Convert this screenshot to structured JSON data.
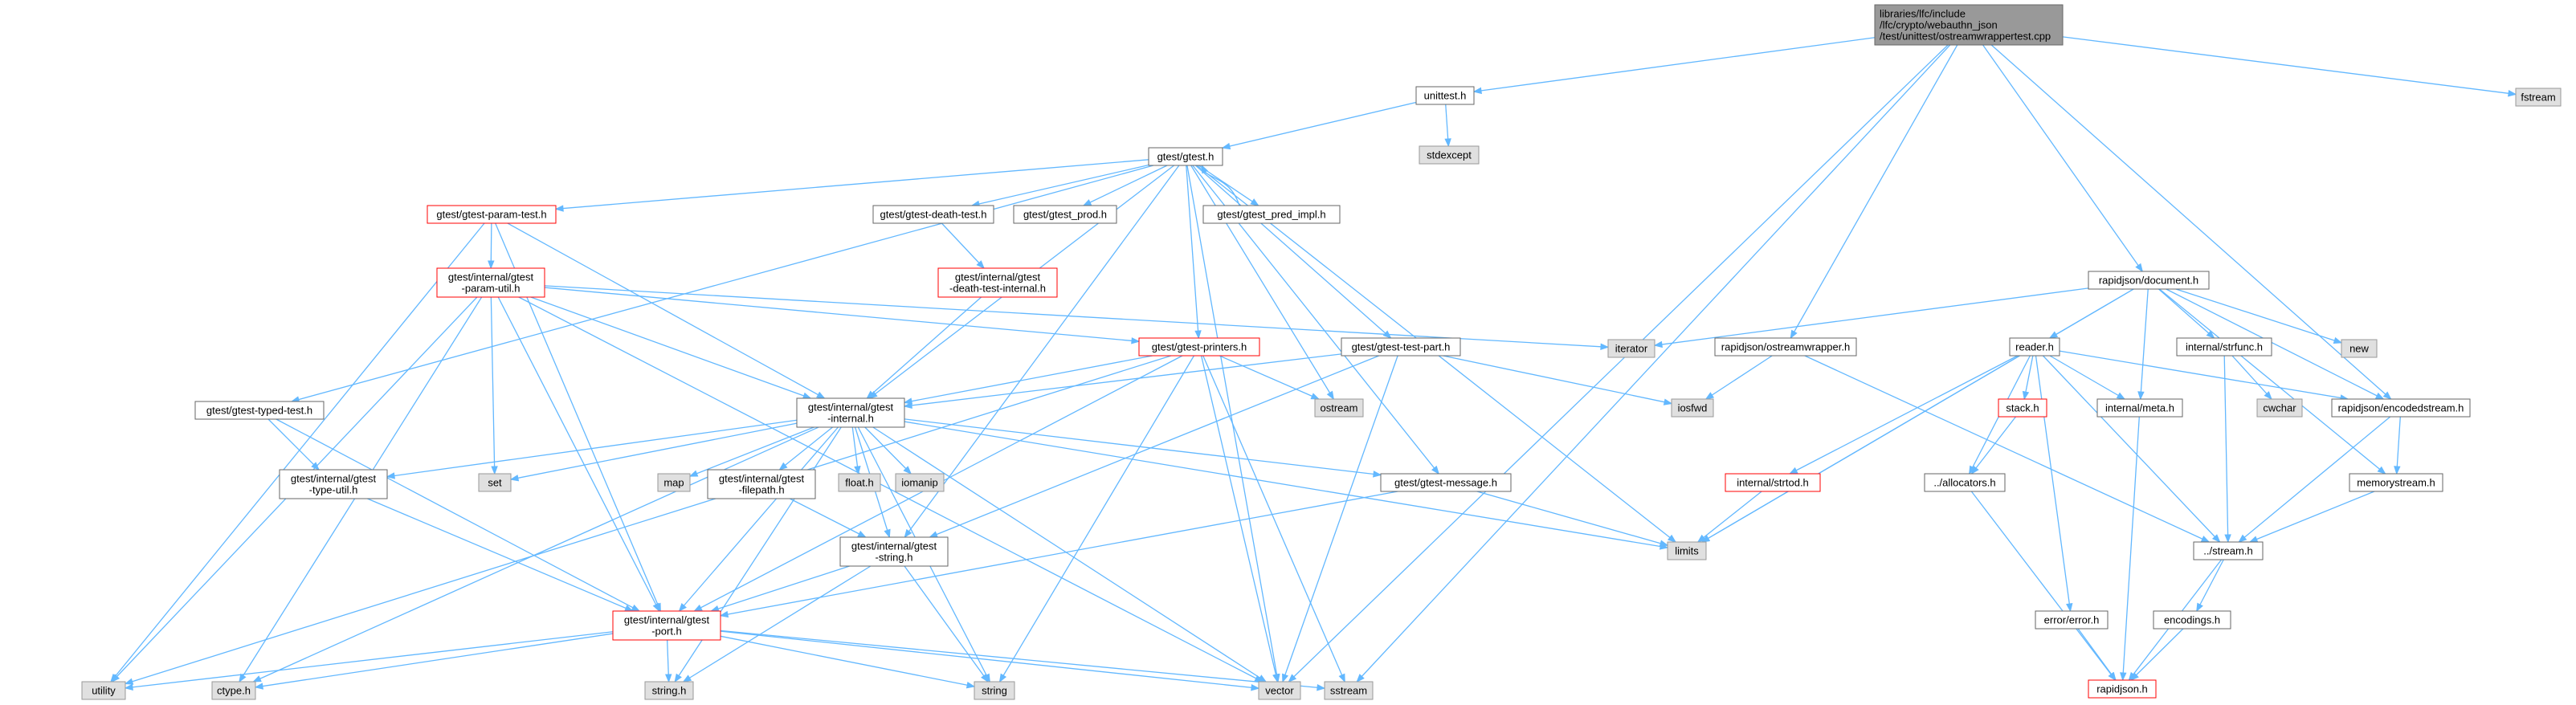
{
  "colors": {
    "edge": "#63b8ff",
    "root_fill": "#999999",
    "root_border": "#666666",
    "node_fill": "#ffffff",
    "node_border": "#666666",
    "incomplete_border": "#ff0000",
    "external_fill": "#e0e0e0",
    "external_border": "#999999"
  },
  "nodes": [
    {
      "id": "root",
      "kind": "root",
      "lines": [
        "libraries/lfc/include",
        "/lfc/crypto/webauthn_json",
        "/test/unittest/ostreamwrappertest.cpp"
      ]
    },
    {
      "id": "unittest",
      "kind": "normal",
      "lines": [
        "unittest.h"
      ]
    },
    {
      "id": "fstream",
      "kind": "external",
      "lines": [
        "fstream"
      ]
    },
    {
      "id": "stdexcept",
      "kind": "external",
      "lines": [
        "stdexcept"
      ]
    },
    {
      "id": "gtest",
      "kind": "normal",
      "lines": [
        "gtest/gtest.h"
      ]
    },
    {
      "id": "paramtest",
      "kind": "incomplete",
      "lines": [
        "gtest/gtest-param-test.h"
      ]
    },
    {
      "id": "deathtest",
      "kind": "normal",
      "lines": [
        "gtest/gtest-death-test.h"
      ]
    },
    {
      "id": "prod",
      "kind": "normal",
      "lines": [
        "gtest/gtest_prod.h"
      ]
    },
    {
      "id": "predimpl",
      "kind": "normal",
      "lines": [
        "gtest/gtest_pred_impl.h"
      ]
    },
    {
      "id": "paramutil",
      "kind": "incomplete",
      "lines": [
        "gtest/internal/gtest",
        "-param-util.h"
      ]
    },
    {
      "id": "deathinternal",
      "kind": "incomplete",
      "lines": [
        "gtest/internal/gtest",
        "-death-test-internal.h"
      ]
    },
    {
      "id": "printers",
      "kind": "incomplete",
      "lines": [
        "gtest/gtest-printers.h"
      ]
    },
    {
      "id": "testpart",
      "kind": "normal",
      "lines": [
        "gtest/gtest-test-part.h"
      ]
    },
    {
      "id": "typedtest",
      "kind": "normal",
      "lines": [
        "gtest/gtest-typed-test.h"
      ]
    },
    {
      "id": "internal",
      "kind": "normal",
      "lines": [
        "gtest/internal/gtest",
        "-internal.h"
      ]
    },
    {
      "id": "iterator",
      "kind": "external",
      "lines": [
        "iterator"
      ]
    },
    {
      "id": "ostream",
      "kind": "external",
      "lines": [
        "ostream"
      ]
    },
    {
      "id": "iosfwd",
      "kind": "external",
      "lines": [
        "iosfwd"
      ]
    },
    {
      "id": "typeutil",
      "kind": "normal",
      "lines": [
        "gtest/internal/gtest",
        "-type-util.h"
      ]
    },
    {
      "id": "set",
      "kind": "external",
      "lines": [
        "set"
      ]
    },
    {
      "id": "map",
      "kind": "external",
      "lines": [
        "map"
      ]
    },
    {
      "id": "filepath",
      "kind": "normal",
      "lines": [
        "gtest/internal/gtest",
        "-filepath.h"
      ]
    },
    {
      "id": "floath",
      "kind": "external",
      "lines": [
        "float.h"
      ]
    },
    {
      "id": "iomanip",
      "kind": "external",
      "lines": [
        "iomanip"
      ]
    },
    {
      "id": "message",
      "kind": "normal",
      "lines": [
        "gtest/gtest-message.h"
      ]
    },
    {
      "id": "gstring",
      "kind": "normal",
      "lines": [
        "gtest/internal/gtest",
        "-string.h"
      ]
    },
    {
      "id": "port",
      "kind": "incomplete",
      "lines": [
        "gtest/internal/gtest",
        "-port.h"
      ]
    },
    {
      "id": "limits",
      "kind": "external",
      "lines": [
        "limits"
      ]
    },
    {
      "id": "utility",
      "kind": "external",
      "lines": [
        "utility"
      ]
    },
    {
      "id": "ctype",
      "kind": "external",
      "lines": [
        "ctype.h"
      ]
    },
    {
      "id": "stringh",
      "kind": "external",
      "lines": [
        "string.h"
      ]
    },
    {
      "id": "string",
      "kind": "external",
      "lines": [
        "string"
      ]
    },
    {
      "id": "vector",
      "kind": "external",
      "lines": [
        "vector"
      ]
    },
    {
      "id": "sstream",
      "kind": "external",
      "lines": [
        "sstream"
      ]
    },
    {
      "id": "document",
      "kind": "normal",
      "lines": [
        "rapidjson/document.h"
      ]
    },
    {
      "id": "ostreamwrapper",
      "kind": "normal",
      "lines": [
        "rapidjson/ostreamwrapper.h"
      ]
    },
    {
      "id": "reader",
      "kind": "normal",
      "lines": [
        "reader.h"
      ]
    },
    {
      "id": "strfunc",
      "kind": "normal",
      "lines": [
        "internal/strfunc.h"
      ]
    },
    {
      "id": "new",
      "kind": "external",
      "lines": [
        "new"
      ]
    },
    {
      "id": "stack",
      "kind": "incomplete",
      "lines": [
        "stack.h"
      ]
    },
    {
      "id": "strtod",
      "kind": "incomplete",
      "lines": [
        "internal/strtod.h"
      ]
    },
    {
      "id": "meta",
      "kind": "normal",
      "lines": [
        "internal/meta.h"
      ]
    },
    {
      "id": "cwchar",
      "kind": "external",
      "lines": [
        "cwchar"
      ]
    },
    {
      "id": "encodedstream",
      "kind": "normal",
      "lines": [
        "rapidjson/encodedstream.h"
      ]
    },
    {
      "id": "allocators",
      "kind": "normal",
      "lines": [
        "../allocators.h"
      ]
    },
    {
      "id": "memorystream",
      "kind": "normal",
      "lines": [
        "memorystream.h"
      ]
    },
    {
      "id": "stream",
      "kind": "normal",
      "lines": [
        "../stream.h"
      ]
    },
    {
      "id": "encodings",
      "kind": "normal",
      "lines": [
        "encodings.h"
      ]
    },
    {
      "id": "errorh",
      "kind": "normal",
      "lines": [
        "error/error.h"
      ]
    },
    {
      "id": "rapidjson",
      "kind": "incomplete",
      "lines": [
        "rapidjson.h"
      ]
    }
  ],
  "edges": [
    [
      "root",
      "unittest"
    ],
    [
      "root",
      "fstream"
    ],
    [
      "root",
      "document"
    ],
    [
      "root",
      "ostreamwrapper"
    ],
    [
      "root",
      "encodedstream"
    ],
    [
      "root",
      "vector"
    ],
    [
      "root",
      "sstream"
    ],
    [
      "unittest",
      "gtest"
    ],
    [
      "unittest",
      "stdexcept"
    ],
    [
      "gtest",
      "paramtest"
    ],
    [
      "gtest",
      "deathtest"
    ],
    [
      "gtest",
      "prod"
    ],
    [
      "gtest",
      "predimpl"
    ],
    [
      "gtest",
      "printers"
    ],
    [
      "gtest",
      "testpart"
    ],
    [
      "gtest",
      "typedtest"
    ],
    [
      "gtest",
      "internal"
    ],
    [
      "gtest",
      "message"
    ],
    [
      "gtest",
      "gstring"
    ],
    [
      "gtest",
      "ostream"
    ],
    [
      "gtest",
      "limits"
    ],
    [
      "gtest",
      "vector"
    ],
    [
      "predimpl",
      "gtest"
    ],
    [
      "paramtest",
      "paramutil"
    ],
    [
      "paramtest",
      "internal"
    ],
    [
      "paramtest",
      "port"
    ],
    [
      "paramtest",
      "utility"
    ],
    [
      "deathtest",
      "deathinternal"
    ],
    [
      "deathinternal",
      "internal"
    ],
    [
      "paramutil",
      "printers"
    ],
    [
      "paramutil",
      "internal"
    ],
    [
      "paramutil",
      "port"
    ],
    [
      "paramutil",
      "iterator"
    ],
    [
      "paramutil",
      "set"
    ],
    [
      "paramutil",
      "utility"
    ],
    [
      "paramutil",
      "vector"
    ],
    [
      "paramutil",
      "ctype"
    ],
    [
      "printers",
      "internal"
    ],
    [
      "printers",
      "port"
    ],
    [
      "printers",
      "ostream"
    ],
    [
      "printers",
      "sstream"
    ],
    [
      "printers",
      "string"
    ],
    [
      "printers",
      "utility"
    ],
    [
      "printers",
      "vector"
    ],
    [
      "testpart",
      "internal"
    ],
    [
      "testpart",
      "gstring"
    ],
    [
      "testpart",
      "iosfwd"
    ],
    [
      "testpart",
      "vector"
    ],
    [
      "typedtest",
      "typeutil"
    ],
    [
      "typedtest",
      "port"
    ],
    [
      "internal",
      "typeutil"
    ],
    [
      "internal",
      "port"
    ],
    [
      "internal",
      "message"
    ],
    [
      "internal",
      "filepath"
    ],
    [
      "internal",
      "gstring"
    ],
    [
      "internal",
      "set"
    ],
    [
      "internal",
      "map"
    ],
    [
      "internal",
      "floath"
    ],
    [
      "internal",
      "iomanip"
    ],
    [
      "internal",
      "limits"
    ],
    [
      "internal",
      "ctype"
    ],
    [
      "internal",
      "stringh"
    ],
    [
      "internal",
      "string"
    ],
    [
      "internal",
      "vector"
    ],
    [
      "typeutil",
      "port"
    ],
    [
      "filepath",
      "gstring"
    ],
    [
      "message",
      "port"
    ],
    [
      "message",
      "limits"
    ],
    [
      "gstring",
      "port"
    ],
    [
      "gstring",
      "stringh"
    ],
    [
      "gstring",
      "string"
    ],
    [
      "port",
      "utility"
    ],
    [
      "port",
      "ctype"
    ],
    [
      "port",
      "stringh"
    ],
    [
      "port",
      "string"
    ],
    [
      "port",
      "vector"
    ],
    [
      "port",
      "sstream"
    ],
    [
      "document",
      "reader"
    ],
    [
      "document",
      "strfunc"
    ],
    [
      "document",
      "meta"
    ],
    [
      "document",
      "new"
    ],
    [
      "document",
      "iterator"
    ],
    [
      "document",
      "limits"
    ],
    [
      "document",
      "encodedstream"
    ],
    [
      "document",
      "memorystream"
    ],
    [
      "ostreamwrapper",
      "iosfwd"
    ],
    [
      "ostreamwrapper",
      "stream"
    ],
    [
      "reader",
      "stack"
    ],
    [
      "reader",
      "strtod"
    ],
    [
      "reader",
      "meta"
    ],
    [
      "reader",
      "allocators"
    ],
    [
      "reader",
      "encodedstream"
    ],
    [
      "reader",
      "stream"
    ],
    [
      "reader",
      "errorh"
    ],
    [
      "reader",
      "limits"
    ],
    [
      "strfunc",
      "cwchar"
    ],
    [
      "strfunc",
      "stream"
    ],
    [
      "stack",
      "allocators"
    ],
    [
      "strtod",
      "limits"
    ],
    [
      "meta",
      "rapidjson"
    ],
    [
      "encodedstream",
      "memorystream"
    ],
    [
      "encodedstream",
      "stream"
    ],
    [
      "memorystream",
      "stream"
    ],
    [
      "allocators",
      "rapidjson"
    ],
    [
      "stream",
      "encodings"
    ],
    [
      "stream",
      "rapidjson"
    ],
    [
      "encodings",
      "rapidjson"
    ],
    [
      "errorh",
      "rapidjson"
    ]
  ]
}
